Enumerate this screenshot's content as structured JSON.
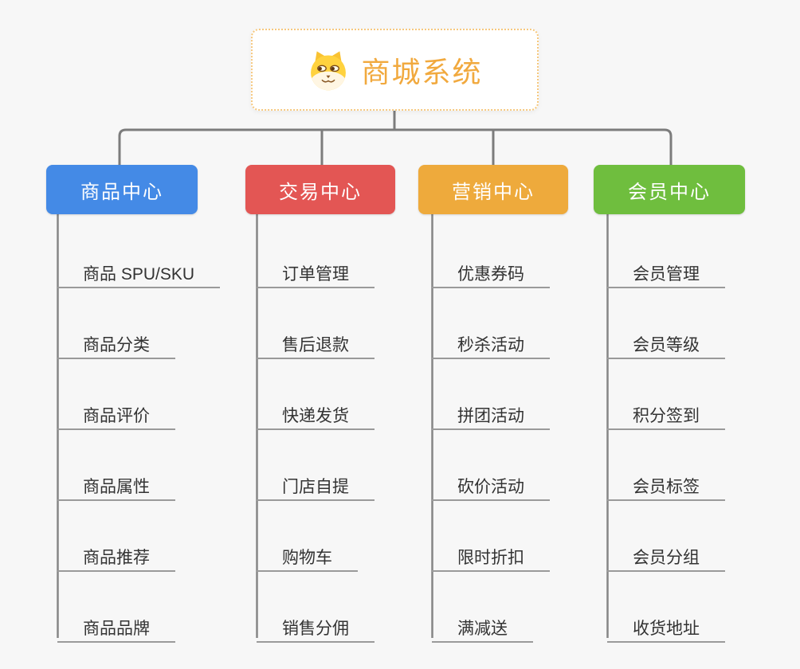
{
  "root": {
    "title": "商城系统",
    "icon": "doge-icon"
  },
  "branches": [
    {
      "label": "商品中心",
      "color": "#448ae6",
      "children": [
        "商品 SPU/SKU",
        "商品分类",
        "商品评价",
        "商品属性",
        "商品推荐",
        "商品品牌"
      ]
    },
    {
      "label": "交易中心",
      "color": "#e35654",
      "children": [
        "订单管理",
        "售后退款",
        "快递发货",
        "门店自提",
        "购物车",
        "销售分佣"
      ]
    },
    {
      "label": "营销中心",
      "color": "#eeaa3c",
      "children": [
        "优惠券码",
        "秒杀活动",
        "拼团活动",
        "砍价活动",
        "限时折扣",
        "满减送"
      ]
    },
    {
      "label": "会员中心",
      "color": "#6fbe3e",
      "children": [
        "会员管理",
        "会员等级",
        "积分签到",
        "会员标签",
        "会员分组",
        "收货地址"
      ]
    }
  ],
  "colors": {
    "root_title": "#f1a93e",
    "root_border": "#f6c87e",
    "connector": "#7c7c7c",
    "spine": "#868686",
    "underline": "#9a9a9a",
    "leaf_text": "#333333",
    "background": "#f7f7f7"
  }
}
